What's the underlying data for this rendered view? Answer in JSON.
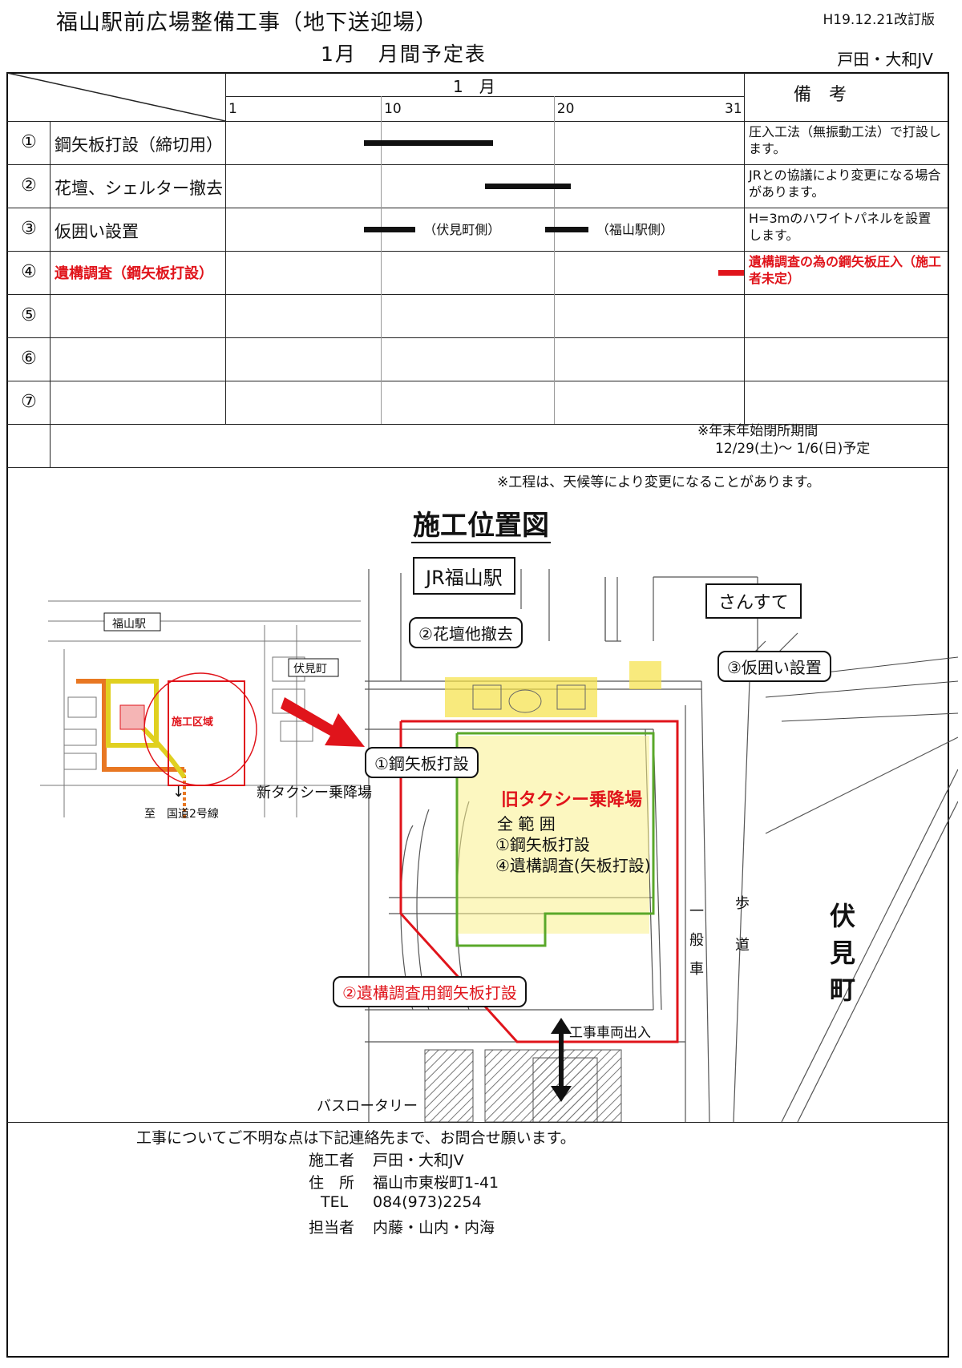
{
  "header": {
    "title": "福山駅前広場整備工事（地下送迎場）",
    "subtitle": "1月　月間予定表",
    "revision": "H19.12.21改訂版",
    "company": "戸田・大和JV"
  },
  "schedule": {
    "month_label": "1　月",
    "remarks_header": "備　考",
    "day_ticks": [
      "1",
      "10",
      "20",
      "31"
    ],
    "rows": [
      {
        "num": "①",
        "task": "鋼矢板打設（締切用）",
        "remark": "圧入工法（無振動工法）で打設します。",
        "red": false,
        "bars": [
          {
            "start": 9,
            "end": 16.5
          }
        ]
      },
      {
        "num": "②",
        "task": "花壇、シェルター撤去",
        "remark": "JRとの協議により変更になる場合があります。",
        "red": false,
        "bars": [
          {
            "start": 16,
            "end": 21
          }
        ]
      },
      {
        "num": "③",
        "task": "仮囲い設置",
        "remark": "H=3mのハワイトパネルを設置します。",
        "red": false,
        "bars": [
          {
            "start": 9,
            "end": 12,
            "label": "（伏見町側）"
          },
          {
            "start": 19.5,
            "end": 22,
            "label": "（福山駅側）"
          }
        ]
      },
      {
        "num": "④",
        "task": "遺構調査（鋼矢板打設）",
        "remark": "遺構調査の為の鋼矢板圧入（施工者未定）",
        "red": true,
        "bars": [
          {
            "start": 29.5,
            "end": 31
          }
        ]
      },
      {
        "num": "⑤",
        "task": "",
        "remark": "",
        "red": false,
        "bars": []
      },
      {
        "num": "⑥",
        "task": "",
        "remark": "",
        "red": false,
        "bars": []
      },
      {
        "num": "⑦",
        "task": "",
        "remark": "",
        "red": false,
        "bars": []
      }
    ],
    "closure_note_1": "※年末年始閉所期間",
    "closure_note_2": "12/29(土)〜 1/6(日)予定",
    "weather_note": "※工程は、天候等により変更になることがあります。"
  },
  "map": {
    "title": "施工位置図",
    "overview": {
      "station": "福山駅",
      "area": "施工区域",
      "fushimi": "伏見町",
      "route": "至　国道2号線"
    },
    "detail": {
      "jr_station": "JR福山駅",
      "sansute": "さんすて",
      "flowerbed": "②花壇他撤去",
      "fence": "③仮囲い設置",
      "sheet_pile": "①鋼矢板打設",
      "new_taxi": "新タクシー乗降場",
      "old_taxi": "旧タクシー乗降場",
      "scope_1": "全 範 囲",
      "scope_2": "①鋼矢板打設",
      "scope_3": "④遺構調査(矢板打設)",
      "survey_pile": "②遺構調査用鋼矢板打設",
      "vehicle_access": "工事車両出入",
      "bus_rotary": "バスロータリー",
      "general_car": "一般車",
      "sidewalk": "歩道",
      "fushimi_big": "伏見町"
    }
  },
  "footer": {
    "line1": "工事についてご不明な点は下記連絡先まで、お問合せ願います。",
    "contractor_label": "施工者",
    "contractor": "戸田・大和JV",
    "address_label": "住　所",
    "address": "福山市東桜町1-41",
    "tel_label": "TEL",
    "tel": "084(973)2254",
    "person_label": "担当者",
    "person": "内藤・山内・内海"
  }
}
